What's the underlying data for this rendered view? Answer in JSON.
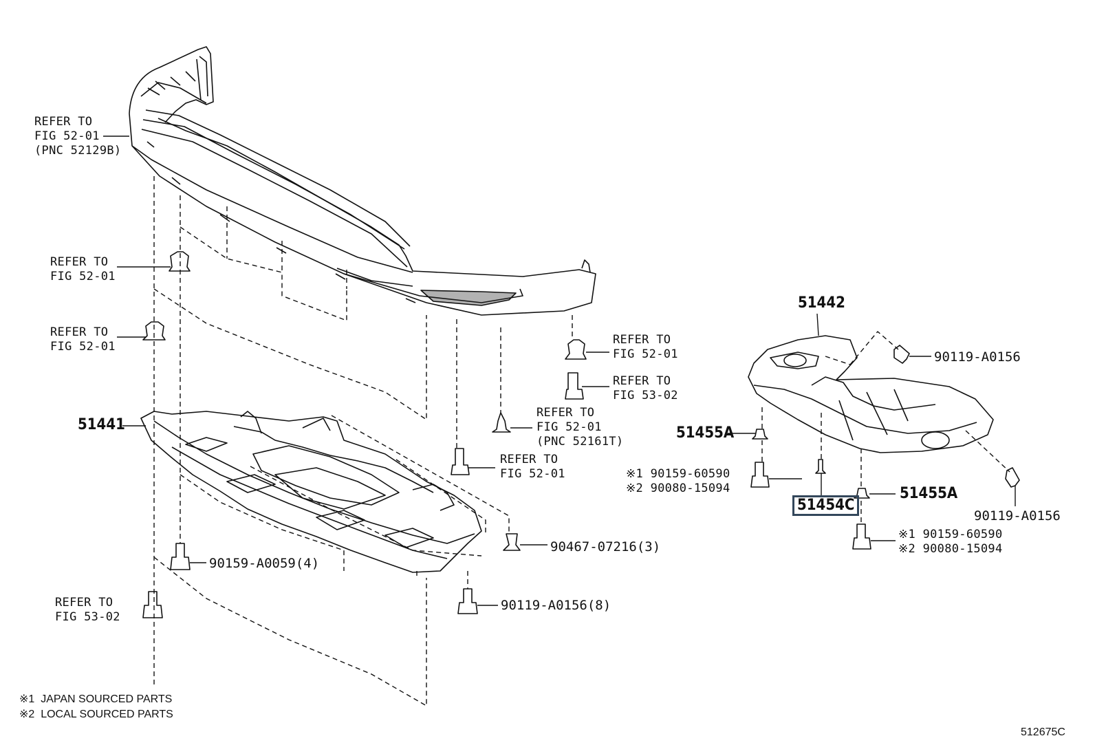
{
  "labels": {
    "refer_52129b": [
      "REFER TO",
      "FIG 52-01",
      "(PNC 52129B)"
    ],
    "refer_clip_upper": [
      "REFER TO",
      "FIG 52-01"
    ],
    "refer_clip_mid": [
      "REFER TO",
      "FIG 52-01"
    ],
    "refer_right_clip": [
      "REFER TO",
      "FIG 52-01"
    ],
    "refer_right_bolt": [
      "REFER TO",
      "FIG 53-02"
    ],
    "refer_52161t": [
      "REFER TO",
      "FIG 52-01",
      "(PNC 52161T)"
    ],
    "refer_bolt_52": [
      "REFER TO",
      "FIG 52-01"
    ],
    "refer_bottom_53": [
      "REFER TO",
      "FIG 53-02"
    ]
  },
  "parts": {
    "p51441": "51441",
    "p51442": "51442",
    "p51455a_left": "51455A",
    "p51455a_right": "51455A",
    "p51454c": "51454C",
    "p90119_top": "90119-A0156",
    "p90119_right": "90119-A0156",
    "p90467": "90467-07216(3)",
    "p90159_4": "90159-A0059(4)",
    "p90119_8": "90119-A0156(8)",
    "left_pair": [
      "※1 90159-60590",
      "※2 90080-15094"
    ],
    "right_pair": [
      "※1 90159-60590",
      "※2 90080-15094"
    ]
  },
  "notes": [
    "※1  JAPAN SOURCED PARTS",
    "※2  LOCAL SOURCED PARTS"
  ],
  "figure_ref": "512675C",
  "colors": {
    "highlight_box": "#33475b",
    "line": "#111111"
  }
}
